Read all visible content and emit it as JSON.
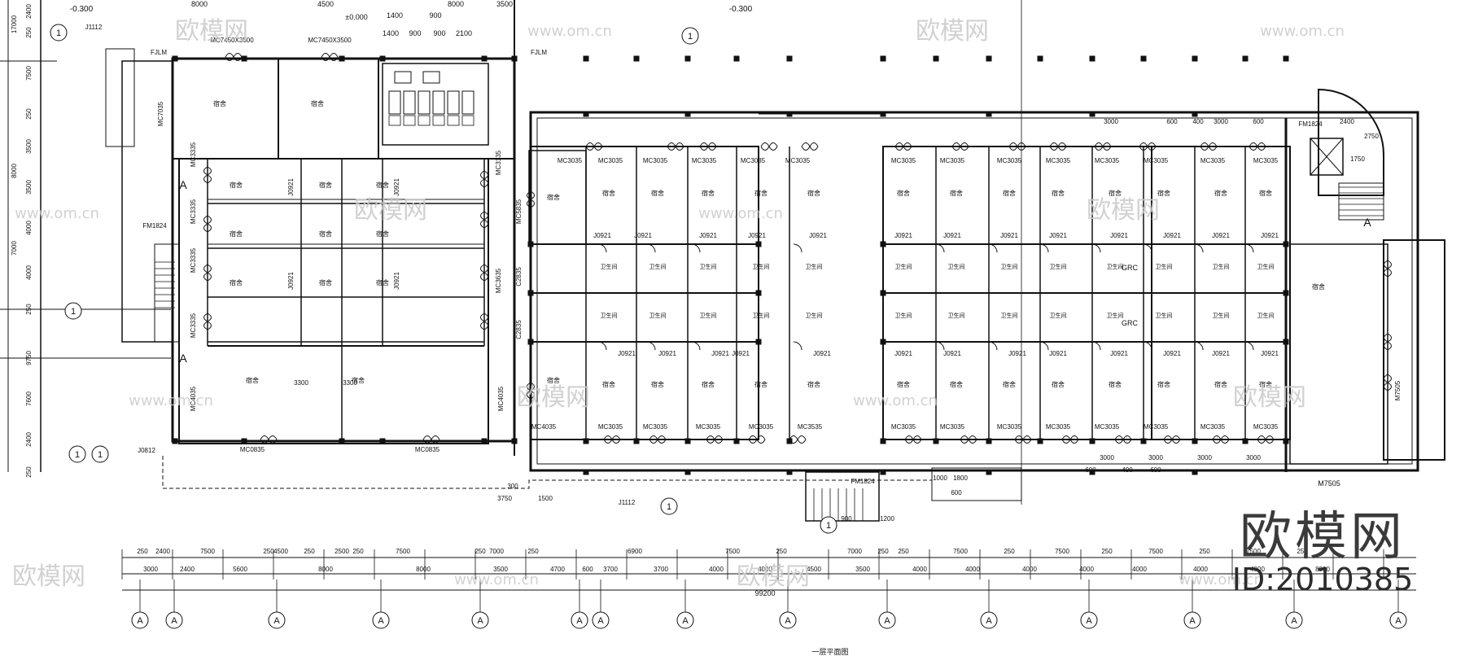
{
  "drawing": {
    "total_length": "99200",
    "sheet_title": "一层平面图",
    "levels": {
      "level_a": "-0.300",
      "level_b": "-0.300",
      "level_c": "±0.000"
    },
    "grid_bubble": "A",
    "section_bubble": "1",
    "labels": {
      "fjlm_1": "FJLM",
      "fjlm_2": "FJLM",
      "grc_1": "GRC",
      "grc_2": "GRC",
      "room_small": "宿舍",
      "room_bath": "卫生间"
    }
  },
  "dims": {
    "top": [
      "8000",
      "4500",
      "8000",
      "3500",
      "1400",
      "900",
      "900",
      "2100"
    ],
    "left": [
      "2400",
      "250",
      "7500",
      "250",
      "3500",
      "3500",
      "4000",
      "4000",
      "250",
      "9750",
      "7600",
      "2400",
      "250",
      "8000",
      "7000",
      "17000"
    ],
    "row1": [
      "250",
      "2400",
      "7500",
      "250",
      "4500",
      "250",
      "2500",
      "250",
      "7500",
      "250",
      "7000",
      "250",
      "6900",
      "7500",
      "250",
      "7000",
      "250",
      "250",
      "7500",
      "250",
      "7500",
      "250",
      "7500",
      "250",
      "7500",
      "250"
    ],
    "row2": [
      "3000",
      "2400",
      "5600",
      "8000",
      "8000",
      "3500",
      "4700",
      "600",
      "3700",
      "3700",
      "4000",
      "4000",
      "4500",
      "3500",
      "4000",
      "4000",
      "4000",
      "4000",
      "4000",
      "4000",
      "4000",
      "8000"
    ],
    "inner": [
      "3300",
      "3300",
      "3750",
      "1500",
      "3000",
      "3000",
      "3000",
      "3000",
      "600",
      "400",
      "600",
      "3000",
      "600",
      "400",
      "3000",
      "600",
      "2400",
      "2750",
      "1750",
      "900",
      "1200",
      "600",
      "1800",
      "1000",
      "300"
    ]
  },
  "doors": {
    "mc3035": "MC3035",
    "mc3335": "MC3335",
    "mc3135": "MC3135",
    "mc3635": "MC3635",
    "mc5835": "MC5835",
    "mc7035": "MC7035",
    "mc7450": "MC7450X3500",
    "j0921": "J0921",
    "j1112": "J1112",
    "j0812": "J0812",
    "fm1024": "FM1824",
    "m7505": "M7505",
    "c2835": "C2835",
    "mc4035": "MC4035",
    "mc3535": "MC3535",
    "mc0835": "MC0835"
  },
  "watermark": {
    "text": "欧模网",
    "url": "www.om.cn",
    "brand": "欧模网",
    "id": "ID:2010385"
  }
}
